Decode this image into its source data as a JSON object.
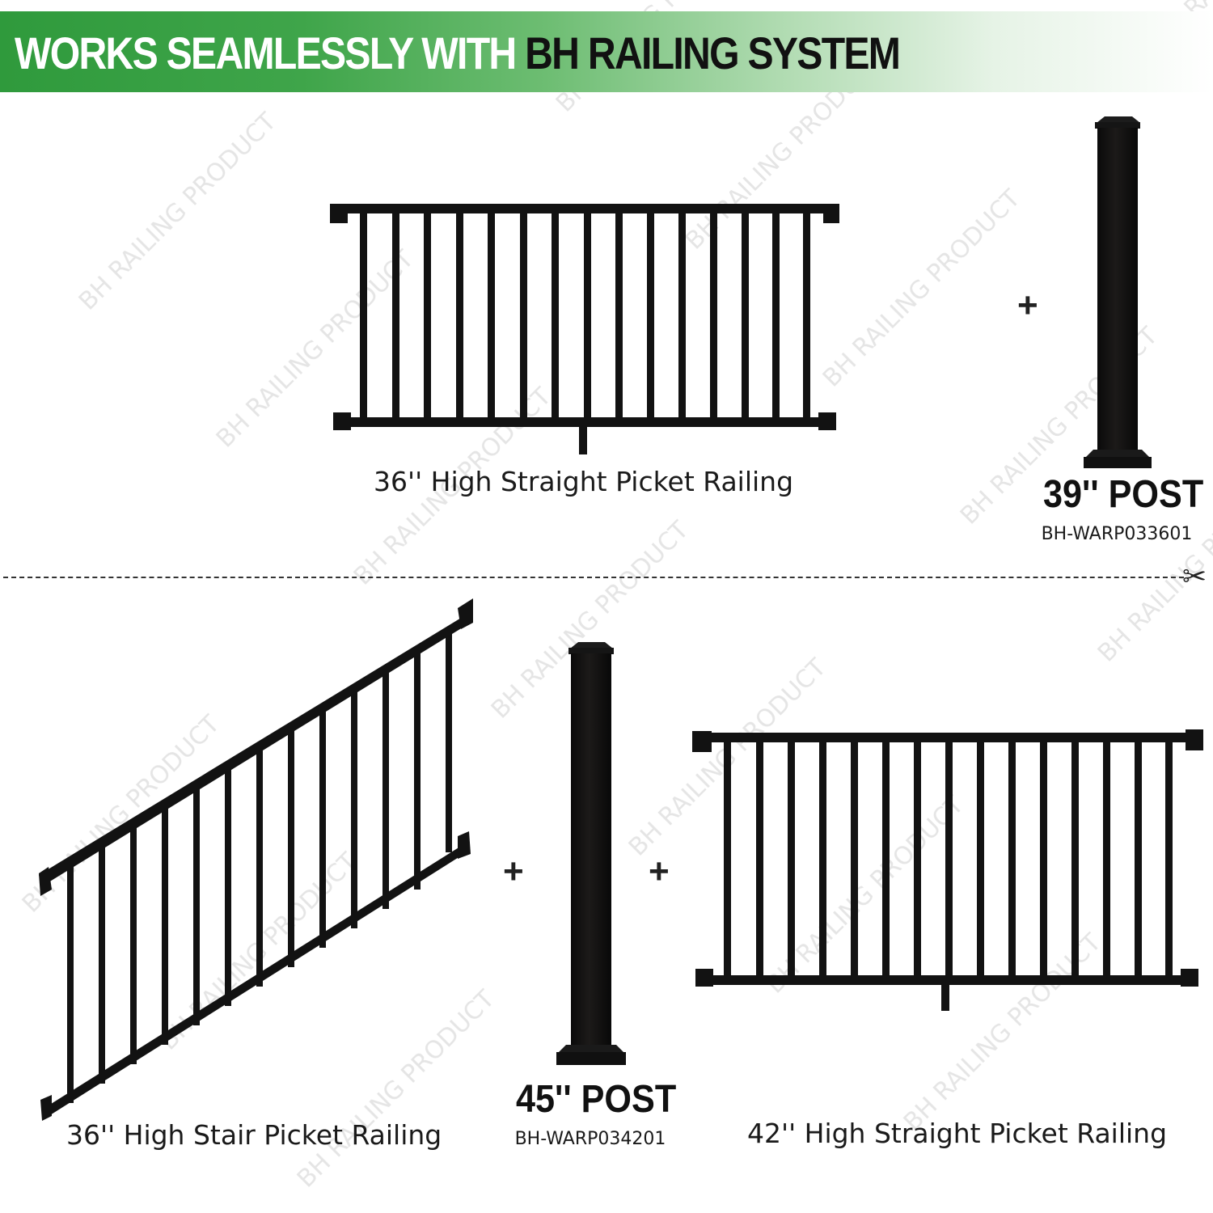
{
  "banner": {
    "title_white": "WORKS SEAMLESSLY WITH ",
    "title_black": "BH RAILING SYSTEM",
    "gradient_start": "#2f9a3c",
    "gradient_end": "#ffffff"
  },
  "watermark": {
    "text": "BH RAILING PRODUCT",
    "color": "#c8c8c8"
  },
  "top_section": {
    "railing_caption": "36''  High Straight Picket Railing",
    "plus_symbol": "+",
    "post_title": "39'' POST",
    "post_code": "BH-WARP033601"
  },
  "divider": {
    "scissors_icon": "✂"
  },
  "bottom_section": {
    "stair_caption": "36'' High Stair Picket Railing",
    "plus_left": "+",
    "post_title": "45'' POST",
    "post_code": "BH-WARP034201",
    "plus_right": "+",
    "railing_caption": "42'' High Straight Picket Railing"
  },
  "colors": {
    "metal": "#121212",
    "metal_highlight": "#2a2a2a"
  }
}
